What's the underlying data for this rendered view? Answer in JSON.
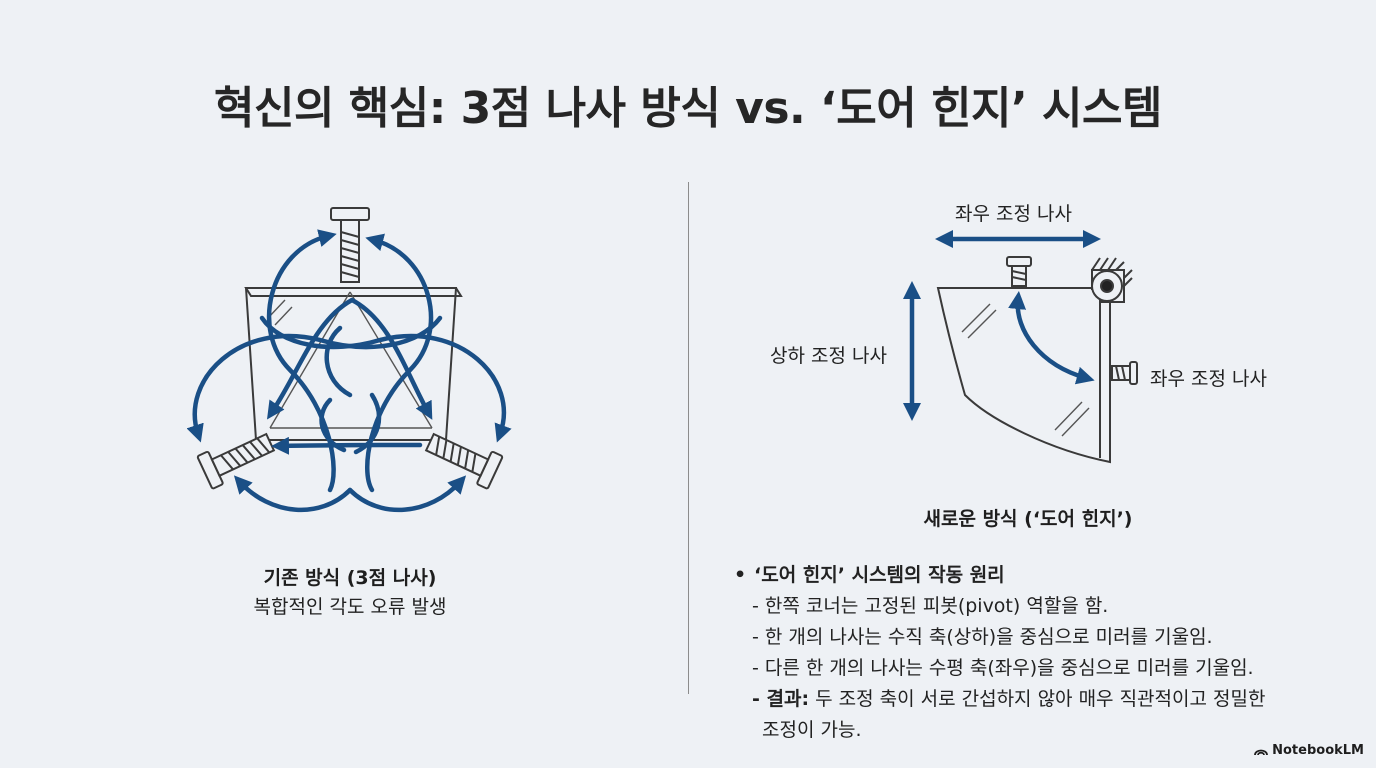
{
  "title": "혁신의 핵심: 3점 나사 방식 vs. ‘도어 힌지’ 시스템",
  "left": {
    "caption_title": "기존 방식 (3점 나사)",
    "caption_sub": "복합적인 각도 오류 발생"
  },
  "right": {
    "label_top": "좌우 조정 나사",
    "label_left": "상하 조정 나사",
    "label_right": "좌우 조정 나사",
    "caption_title": "새로운 방식 (‘도어 힌지’)",
    "bullet_head": "‘도어 힌지’ 시스템의 작동 원리",
    "items": [
      "- 한쪽 코너는 고정된 피봇(pivot) 역할을 함.",
      "- 한 개의 나사는 수직 축(상하)을 중심으로 미러를 기울임.",
      "- 다른 한 개의 나사는 수평 축(좌우)을 중심으로 미러를 기울임."
    ],
    "result_label": "- 결과:",
    "result_text": " 두 조정 축이 서로 간섭하지 않아 매우 직관적이고 정밀한",
    "result_cont": "조정이 가능."
  },
  "brand": "NotebookLM",
  "colors": {
    "arrow": "#1a4f86",
    "line": "#3a3a3a",
    "background": "#eef1f5"
  }
}
